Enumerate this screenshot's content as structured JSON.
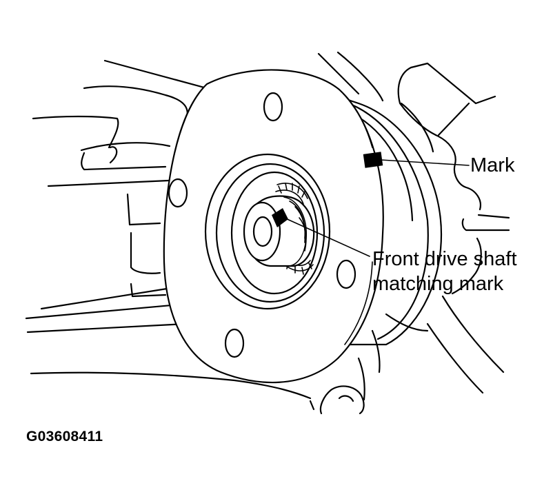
{
  "labels": {
    "mark": "Mark",
    "shaft_mark_line1": "Front drive shaft",
    "shaft_mark_line2": "matching mark"
  },
  "figure_code": "G03608411",
  "colors": {
    "ink": "#000000",
    "background": "#ffffff"
  }
}
